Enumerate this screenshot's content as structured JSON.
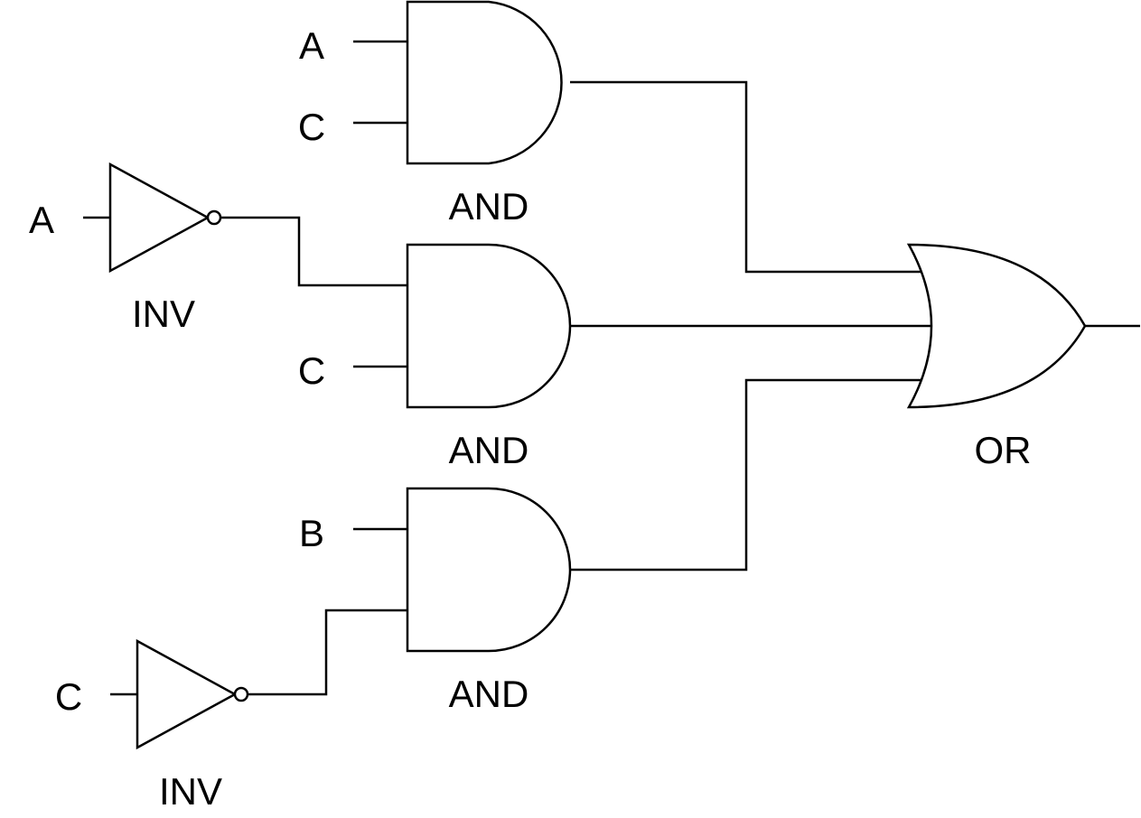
{
  "diagram": {
    "inputs": {
      "and1_top": "A",
      "and1_bottom": "C",
      "inv1": "A",
      "and2_bottom": "C",
      "and3_top": "B",
      "inv2": "C"
    },
    "gates": {
      "and1": "AND",
      "and2": "AND",
      "and3": "AND",
      "inv1": "INV",
      "inv2": "INV",
      "or1": "OR"
    },
    "colors": {
      "stroke": "#000000",
      "background": "#ffffff"
    }
  }
}
